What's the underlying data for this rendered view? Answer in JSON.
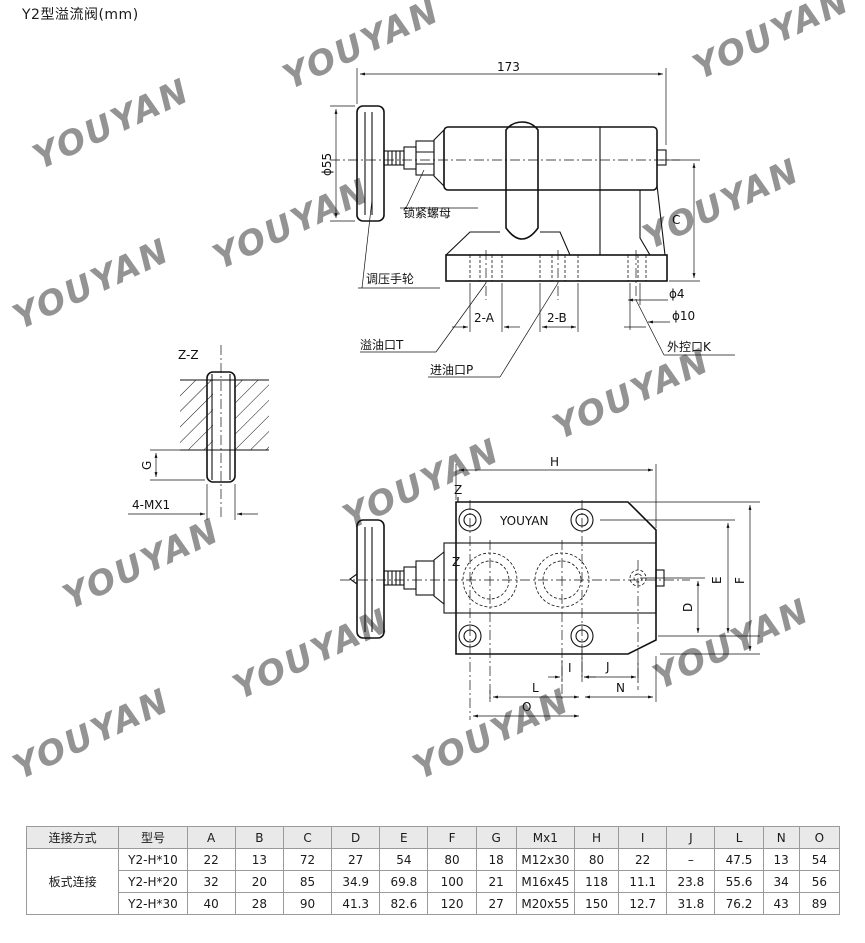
{
  "title": "Y2型溢流阀(mm)",
  "watermark": "YOUYAN",
  "diagram": {
    "dim_173": "173",
    "dim_phi55": "ϕ55",
    "label_lock_nut": "锁紧螺母",
    "label_handwheel": "调压手轮",
    "dim_C": "C",
    "dim_2A": "2-A",
    "dim_2B": "2-B",
    "dim_phi4": "ϕ4",
    "dim_phi10": "ϕ10",
    "label_T": "溢油口T",
    "label_P": "进油口P",
    "label_K": "外控口K",
    "section_zz": "Z-Z",
    "dim_G": "G",
    "dim_4mx1": "4-MX1",
    "dim_H": "H",
    "brand": "YOUYAN",
    "z_mark": "Z",
    "dim_D": "D",
    "dim_E": "E",
    "dim_F": "F",
    "dim_I": "I",
    "dim_J": "J",
    "dim_L": "L",
    "dim_N": "N",
    "dim_O": "O"
  },
  "table": {
    "headers": [
      "连接方式",
      "型号",
      "A",
      "B",
      "C",
      "D",
      "E",
      "F",
      "G",
      "Mx1",
      "H",
      "I",
      "J",
      "L",
      "N",
      "O"
    ],
    "connection": "板式连接",
    "rows": [
      [
        "Y2-H*10",
        "22",
        "13",
        "72",
        "27",
        "54",
        "80",
        "18",
        "M12x30",
        "80",
        "22",
        "–",
        "47.5",
        "13",
        "54"
      ],
      [
        "Y2-H*20",
        "32",
        "20",
        "85",
        "34.9",
        "69.8",
        "100",
        "21",
        "M16x45",
        "118",
        "11.1",
        "23.8",
        "55.6",
        "34",
        "56"
      ],
      [
        "Y2-H*30",
        "40",
        "28",
        "90",
        "41.3",
        "82.6",
        "120",
        "27",
        "M20x55",
        "150",
        "12.7",
        "31.8",
        "76.2",
        "43",
        "89"
      ]
    ]
  }
}
